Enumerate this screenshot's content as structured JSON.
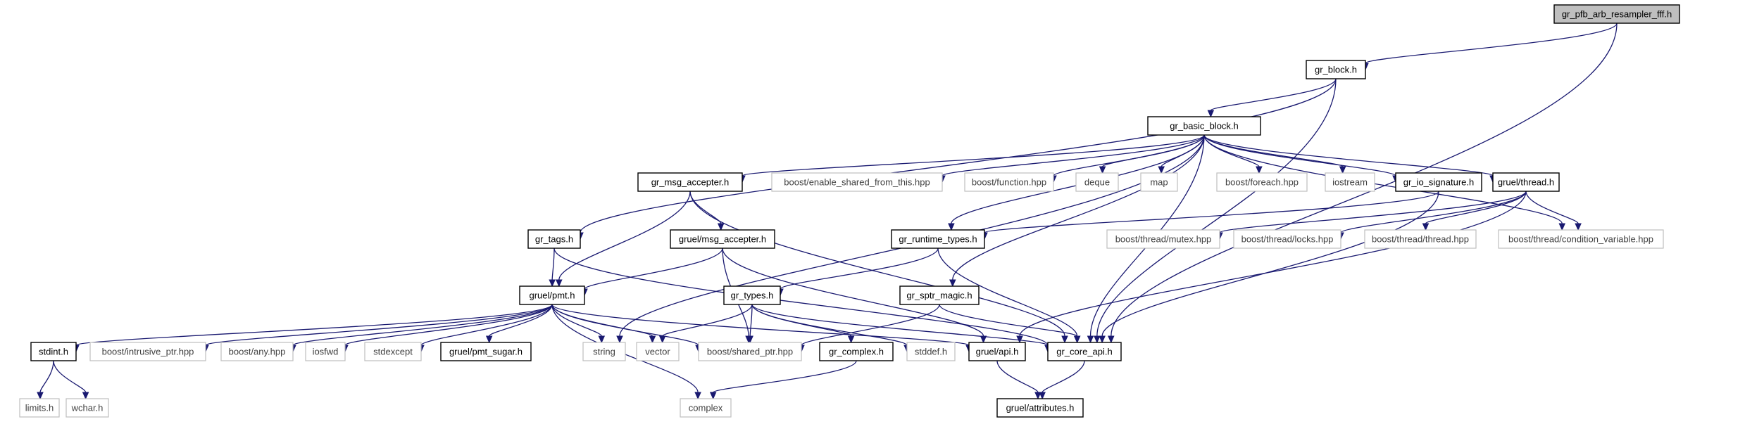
{
  "graph": {
    "colors": {
      "edge": "#191970",
      "root_fill": "#bfbfbf",
      "external_border": "#bfbfbf",
      "node_border": "#000000"
    },
    "nodes": [
      {
        "id": "root",
        "label": "gr_pfb_arb_resampler_fff.h",
        "kind": "root"
      },
      {
        "id": "gr_block",
        "label": "gr_block.h",
        "kind": "doc"
      },
      {
        "id": "gr_basic_block",
        "label": "gr_basic_block.h",
        "kind": "doc"
      },
      {
        "id": "gr_msg_accepter",
        "label": "gr_msg_accepter.h",
        "kind": "doc"
      },
      {
        "id": "enable_shared",
        "label": "boost/enable_shared_from_this.hpp",
        "kind": "ext"
      },
      {
        "id": "function_hpp",
        "label": "boost/function.hpp",
        "kind": "ext"
      },
      {
        "id": "deque",
        "label": "deque",
        "kind": "ext"
      },
      {
        "id": "map",
        "label": "map",
        "kind": "ext"
      },
      {
        "id": "foreach_hpp",
        "label": "boost/foreach.hpp",
        "kind": "ext"
      },
      {
        "id": "iostream",
        "label": "iostream",
        "kind": "ext"
      },
      {
        "id": "gr_io_signature",
        "label": "gr_io_signature.h",
        "kind": "doc"
      },
      {
        "id": "gruel_thread",
        "label": "gruel/thread.h",
        "kind": "doc"
      },
      {
        "id": "gr_tags",
        "label": "gr_tags.h",
        "kind": "doc"
      },
      {
        "id": "gruel_msg_accepter",
        "label": "gruel/msg_accepter.h",
        "kind": "doc"
      },
      {
        "id": "gr_runtime_types",
        "label": "gr_runtime_types.h",
        "kind": "doc"
      },
      {
        "id": "mutex_hpp",
        "label": "boost/thread/mutex.hpp",
        "kind": "ext"
      },
      {
        "id": "locks_hpp",
        "label": "boost/thread/locks.hpp",
        "kind": "ext"
      },
      {
        "id": "thread_hpp",
        "label": "boost/thread/thread.hpp",
        "kind": "ext"
      },
      {
        "id": "condvar_hpp",
        "label": "boost/thread/condition_variable.hpp",
        "kind": "ext"
      },
      {
        "id": "gruel_pmt",
        "label": "gruel/pmt.h",
        "kind": "doc"
      },
      {
        "id": "gr_types",
        "label": "gr_types.h",
        "kind": "doc"
      },
      {
        "id": "gr_sptr_magic",
        "label": "gr_sptr_magic.h",
        "kind": "doc"
      },
      {
        "id": "stdint",
        "label": "stdint.h",
        "kind": "doc"
      },
      {
        "id": "intrusive_ptr",
        "label": "boost/intrusive_ptr.hpp",
        "kind": "ext"
      },
      {
        "id": "any_hpp",
        "label": "boost/any.hpp",
        "kind": "ext"
      },
      {
        "id": "iosfwd",
        "label": "iosfwd",
        "kind": "ext"
      },
      {
        "id": "stdexcept",
        "label": "stdexcept",
        "kind": "ext"
      },
      {
        "id": "pmt_sugar",
        "label": "gruel/pmt_sugar.h",
        "kind": "doc"
      },
      {
        "id": "string",
        "label": "string",
        "kind": "ext"
      },
      {
        "id": "vector",
        "label": "vector",
        "kind": "ext"
      },
      {
        "id": "shared_ptr",
        "label": "boost/shared_ptr.hpp",
        "kind": "ext"
      },
      {
        "id": "gr_complex",
        "label": "gr_complex.h",
        "kind": "doc"
      },
      {
        "id": "stddef",
        "label": "stddef.h",
        "kind": "ext"
      },
      {
        "id": "gruel_api",
        "label": "gruel/api.h",
        "kind": "doc"
      },
      {
        "id": "gr_core_api",
        "label": "gr_core_api.h",
        "kind": "doc"
      },
      {
        "id": "limits",
        "label": "limits.h",
        "kind": "ext"
      },
      {
        "id": "wchar",
        "label": "wchar.h",
        "kind": "ext"
      },
      {
        "id": "complex",
        "label": "complex",
        "kind": "ext"
      },
      {
        "id": "attributes",
        "label": "gruel/attributes.h",
        "kind": "doc"
      }
    ],
    "edges": [
      [
        "root",
        "gr_block"
      ],
      [
        "root",
        "gr_core_api"
      ],
      [
        "gr_block",
        "gr_basic_block"
      ],
      [
        "gr_block",
        "gr_tags"
      ],
      [
        "gr_block",
        "gr_core_api"
      ],
      [
        "gr_basic_block",
        "gr_msg_accepter"
      ],
      [
        "gr_basic_block",
        "enable_shared"
      ],
      [
        "gr_basic_block",
        "function_hpp"
      ],
      [
        "gr_basic_block",
        "deque"
      ],
      [
        "gr_basic_block",
        "map"
      ],
      [
        "gr_basic_block",
        "foreach_hpp"
      ],
      [
        "gr_basic_block",
        "iostream"
      ],
      [
        "gr_basic_block",
        "gr_io_signature"
      ],
      [
        "gr_basic_block",
        "gruel_thread"
      ],
      [
        "gr_basic_block",
        "condvar_hpp"
      ],
      [
        "gr_basic_block",
        "gr_runtime_types"
      ],
      [
        "gr_basic_block",
        "gr_sptr_magic"
      ],
      [
        "gr_basic_block",
        "string"
      ],
      [
        "gr_basic_block",
        "gr_core_api"
      ],
      [
        "gr_msg_accepter",
        "gruel_msg_accepter"
      ],
      [
        "gr_msg_accepter",
        "gruel_pmt"
      ],
      [
        "gr_msg_accepter",
        "gr_core_api"
      ],
      [
        "gr_io_signature",
        "gr_runtime_types"
      ],
      [
        "gr_io_signature",
        "gr_core_api"
      ],
      [
        "gruel_thread",
        "mutex_hpp"
      ],
      [
        "gruel_thread",
        "locks_hpp"
      ],
      [
        "gruel_thread",
        "thread_hpp"
      ],
      [
        "gruel_thread",
        "condvar_hpp"
      ],
      [
        "gruel_thread",
        "gruel_api"
      ],
      [
        "gr_tags",
        "gruel_pmt"
      ],
      [
        "gr_tags",
        "gr_core_api"
      ],
      [
        "gruel_msg_accepter",
        "gruel_pmt"
      ],
      [
        "gruel_msg_accepter",
        "shared_ptr"
      ],
      [
        "gruel_msg_accepter",
        "gruel_api"
      ],
      [
        "gr_runtime_types",
        "gr_types"
      ],
      [
        "gr_runtime_types",
        "gr_core_api"
      ],
      [
        "gruel_pmt",
        "stdint"
      ],
      [
        "gruel_pmt",
        "intrusive_ptr"
      ],
      [
        "gruel_pmt",
        "any_hpp"
      ],
      [
        "gruel_pmt",
        "iosfwd"
      ],
      [
        "gruel_pmt",
        "stdexcept"
      ],
      [
        "gruel_pmt",
        "pmt_sugar"
      ],
      [
        "gruel_pmt",
        "string"
      ],
      [
        "gruel_pmt",
        "vector"
      ],
      [
        "gruel_pmt",
        "shared_ptr"
      ],
      [
        "gruel_pmt",
        "complex"
      ],
      [
        "gruel_pmt",
        "gruel_api"
      ],
      [
        "gr_types",
        "vector"
      ],
      [
        "gr_types",
        "shared_ptr"
      ],
      [
        "gr_types",
        "gr_complex"
      ],
      [
        "gr_types",
        "stddef"
      ],
      [
        "gr_types",
        "gr_core_api"
      ],
      [
        "gr_sptr_magic",
        "shared_ptr"
      ],
      [
        "gr_sptr_magic",
        "gr_core_api"
      ],
      [
        "stdint",
        "limits"
      ],
      [
        "stdint",
        "wchar"
      ],
      [
        "gr_complex",
        "complex"
      ],
      [
        "gruel_api",
        "attributes"
      ],
      [
        "gr_core_api",
        "attributes"
      ]
    ]
  }
}
